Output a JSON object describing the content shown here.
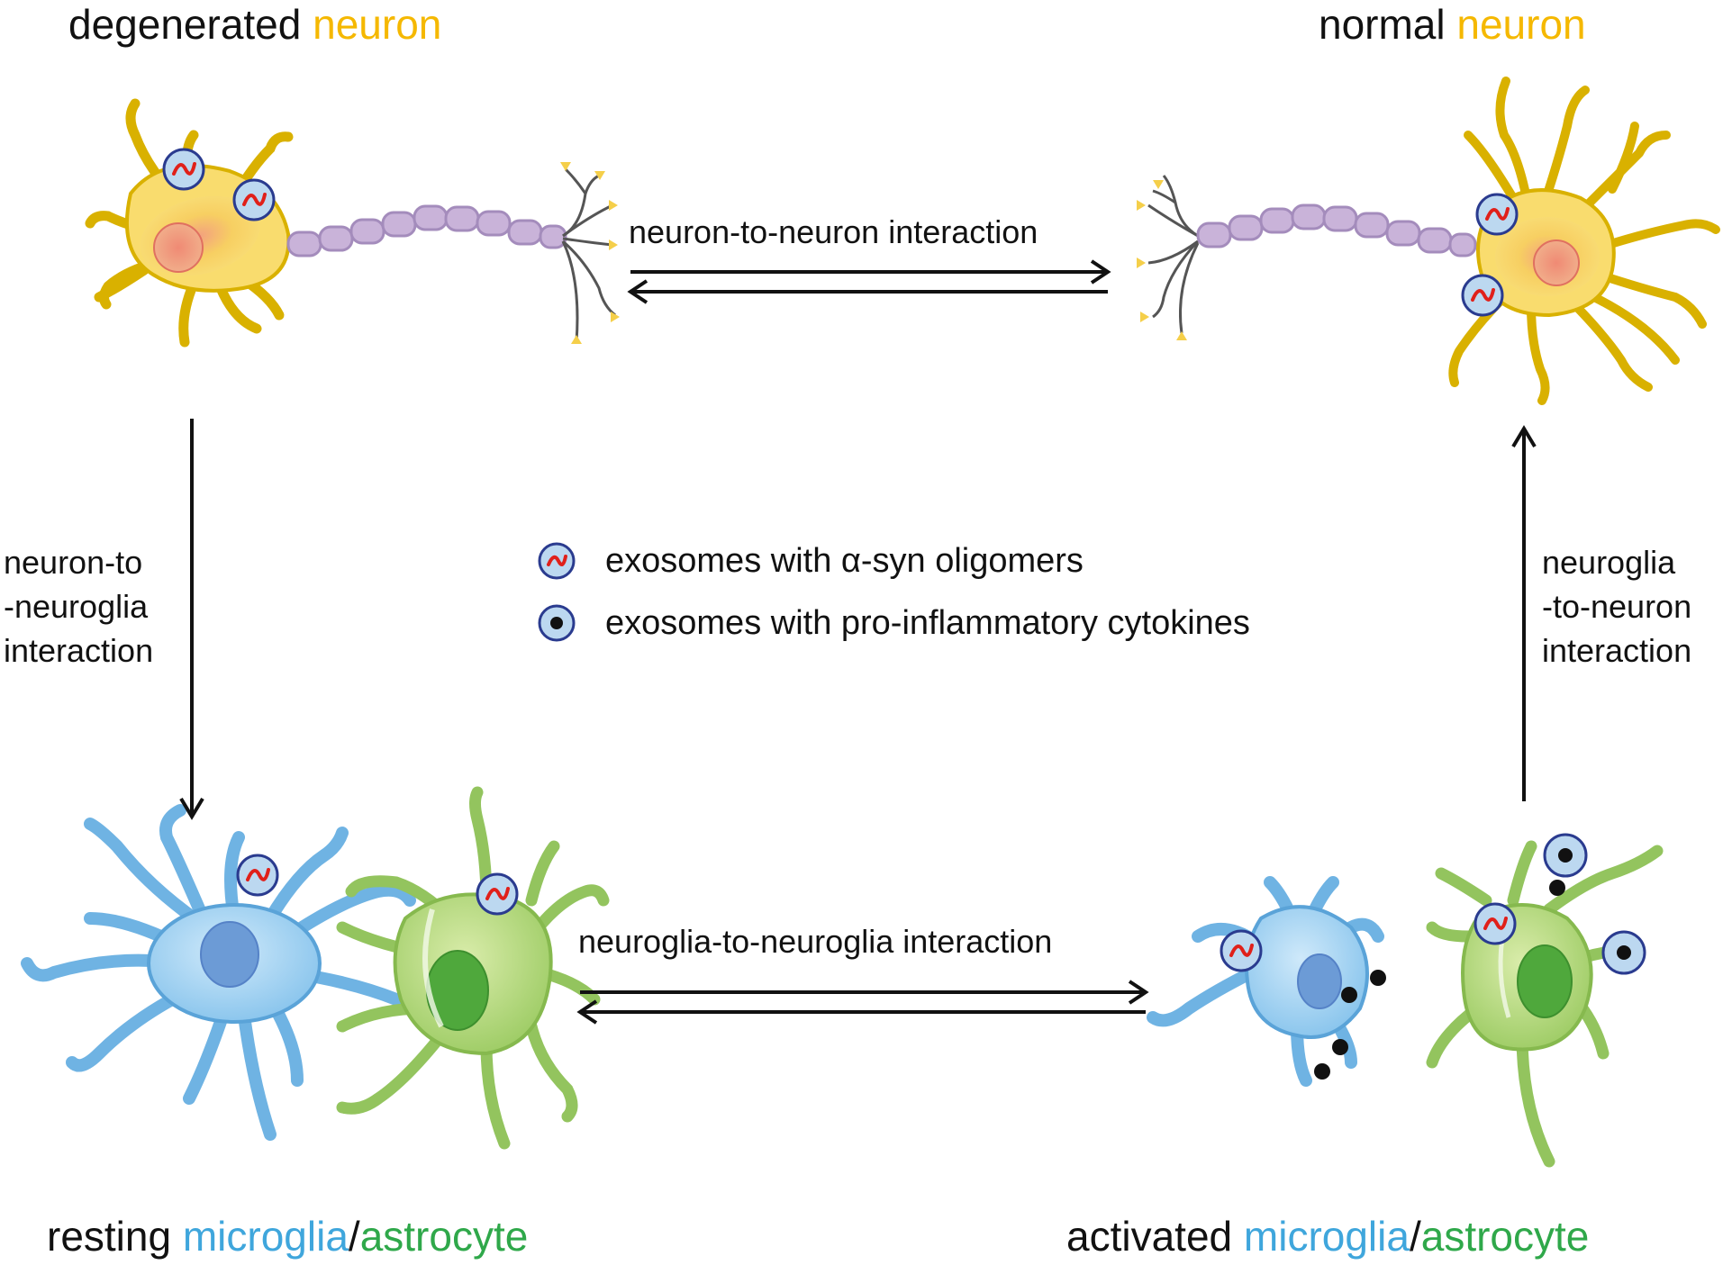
{
  "titles": {
    "degenerated": {
      "word": "degenerated",
      "cell": "neuron"
    },
    "normal": {
      "word": "normal",
      "cell": "neuron"
    },
    "resting": {
      "word": "resting",
      "cell1": "microglia",
      "sep": "/",
      "cell2": "astrocyte"
    },
    "activated": {
      "word": "activated",
      "cell1": "microglia",
      "sep": "/",
      "cell2": "astrocyte"
    }
  },
  "interactions": {
    "neuron_to_neuron": "neuron-to-neuron interaction",
    "neuroglia_to_neuroglia": "neuroglia-to-neuroglia interaction",
    "neuron_to_neuroglia": [
      "neuron-to",
      "-neuroglia",
      "interaction"
    ],
    "neuroglia_to_neuron": [
      "neuroglia",
      "-to-neuron",
      "interaction"
    ]
  },
  "legend": [
    {
      "icon": "alpha-syn-exosome-icon",
      "text": "exosomes with α-syn oligomers"
    },
    {
      "icon": "cytokine-exosome-icon",
      "text": "exosomes with pro-inflammatory cytokines"
    }
  ],
  "colors": {
    "neuron": "#f5b800",
    "microglia": "#3fa6dc",
    "astrocyte": "#2fa84a",
    "text": "#111111"
  }
}
